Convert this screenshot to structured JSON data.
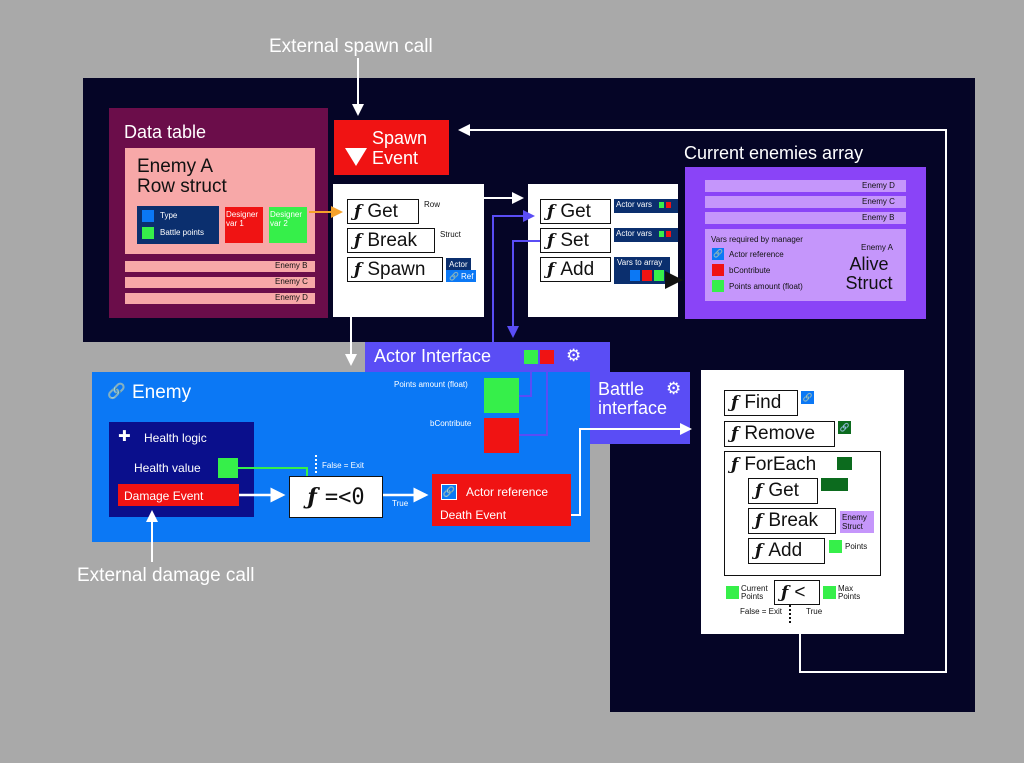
{
  "external_spawn_call": "External spawn call",
  "external_damage_call": "External damage call",
  "data_table": {
    "title": "Data table",
    "row_title": "Enemy A\nRow struct",
    "legend": [
      "Type",
      "Battle points"
    ],
    "designer_var_1": "Designer var 1",
    "designer_var_2": "Designer var 2",
    "rows": [
      "Enemy B",
      "Enemy C",
      "Enemy D"
    ]
  },
  "spawn_event": {
    "label": "Spawn\nEvent"
  },
  "spawn_box": {
    "nodes": [
      "Get",
      "Break",
      "Spawn"
    ],
    "row_label": "Row",
    "struct_label": "Struct",
    "actor_tag": "Actor",
    "ref_tag": "Ref"
  },
  "array_box": {
    "nodes": [
      "Get",
      "Set",
      "Add"
    ],
    "actor_vars_1": "Actor vars",
    "actor_vars_2": "Actor vars",
    "vars_to_array": "Vars to array"
  },
  "current_enemies": {
    "title": "Current enemies array",
    "rows": [
      "Enemy D",
      "Enemy C",
      "Enemy B"
    ],
    "alive_caption": "Vars required by manager",
    "alive_enemy": "Enemy A",
    "alive_title": "Alive\nStruct",
    "vars": [
      "Actor reference",
      "bContribute",
      "Points amount (float)"
    ]
  },
  "actor_interface": {
    "label": "Actor Interface"
  },
  "enemy": {
    "title": "Enemy",
    "points_label": "Points amount (float)",
    "bcontribute_label": "bContribute",
    "health_logic": "Health logic",
    "health_value": "Health value",
    "damage_event": "Damage Event",
    "compare": "=<0",
    "false_exit": "False = Exit",
    "true_label": "True",
    "actor_reference": "Actor reference",
    "death_event": "Death Event"
  },
  "battle_interface": {
    "label": "Battle\ninterface"
  },
  "battle_box": {
    "find": "Find",
    "remove": "Remove",
    "foreach": "ForEach",
    "get": "Get",
    "break": "Break",
    "add": "Add",
    "enemy_struct": "Enemy Struct",
    "points": "Points",
    "current_points": "Current Points",
    "max_points": "Max Points",
    "compare": "<",
    "false_exit": "False = Exit",
    "true_label": "True"
  },
  "colors": {
    "navy": "#050526",
    "maroon": "#6b0d4a",
    "pink": "#f7a8a8",
    "red": "#f01313",
    "green": "#36ef4a",
    "purple": "#8a44f7",
    "light_purple": "#c596fb",
    "indigo": "#5a4df5",
    "blue": "#0b78f5",
    "orange": "#f5a12a"
  },
  "icons": [
    "function-icon",
    "link-icon",
    "gear-icon",
    "puzzle-icon"
  ]
}
